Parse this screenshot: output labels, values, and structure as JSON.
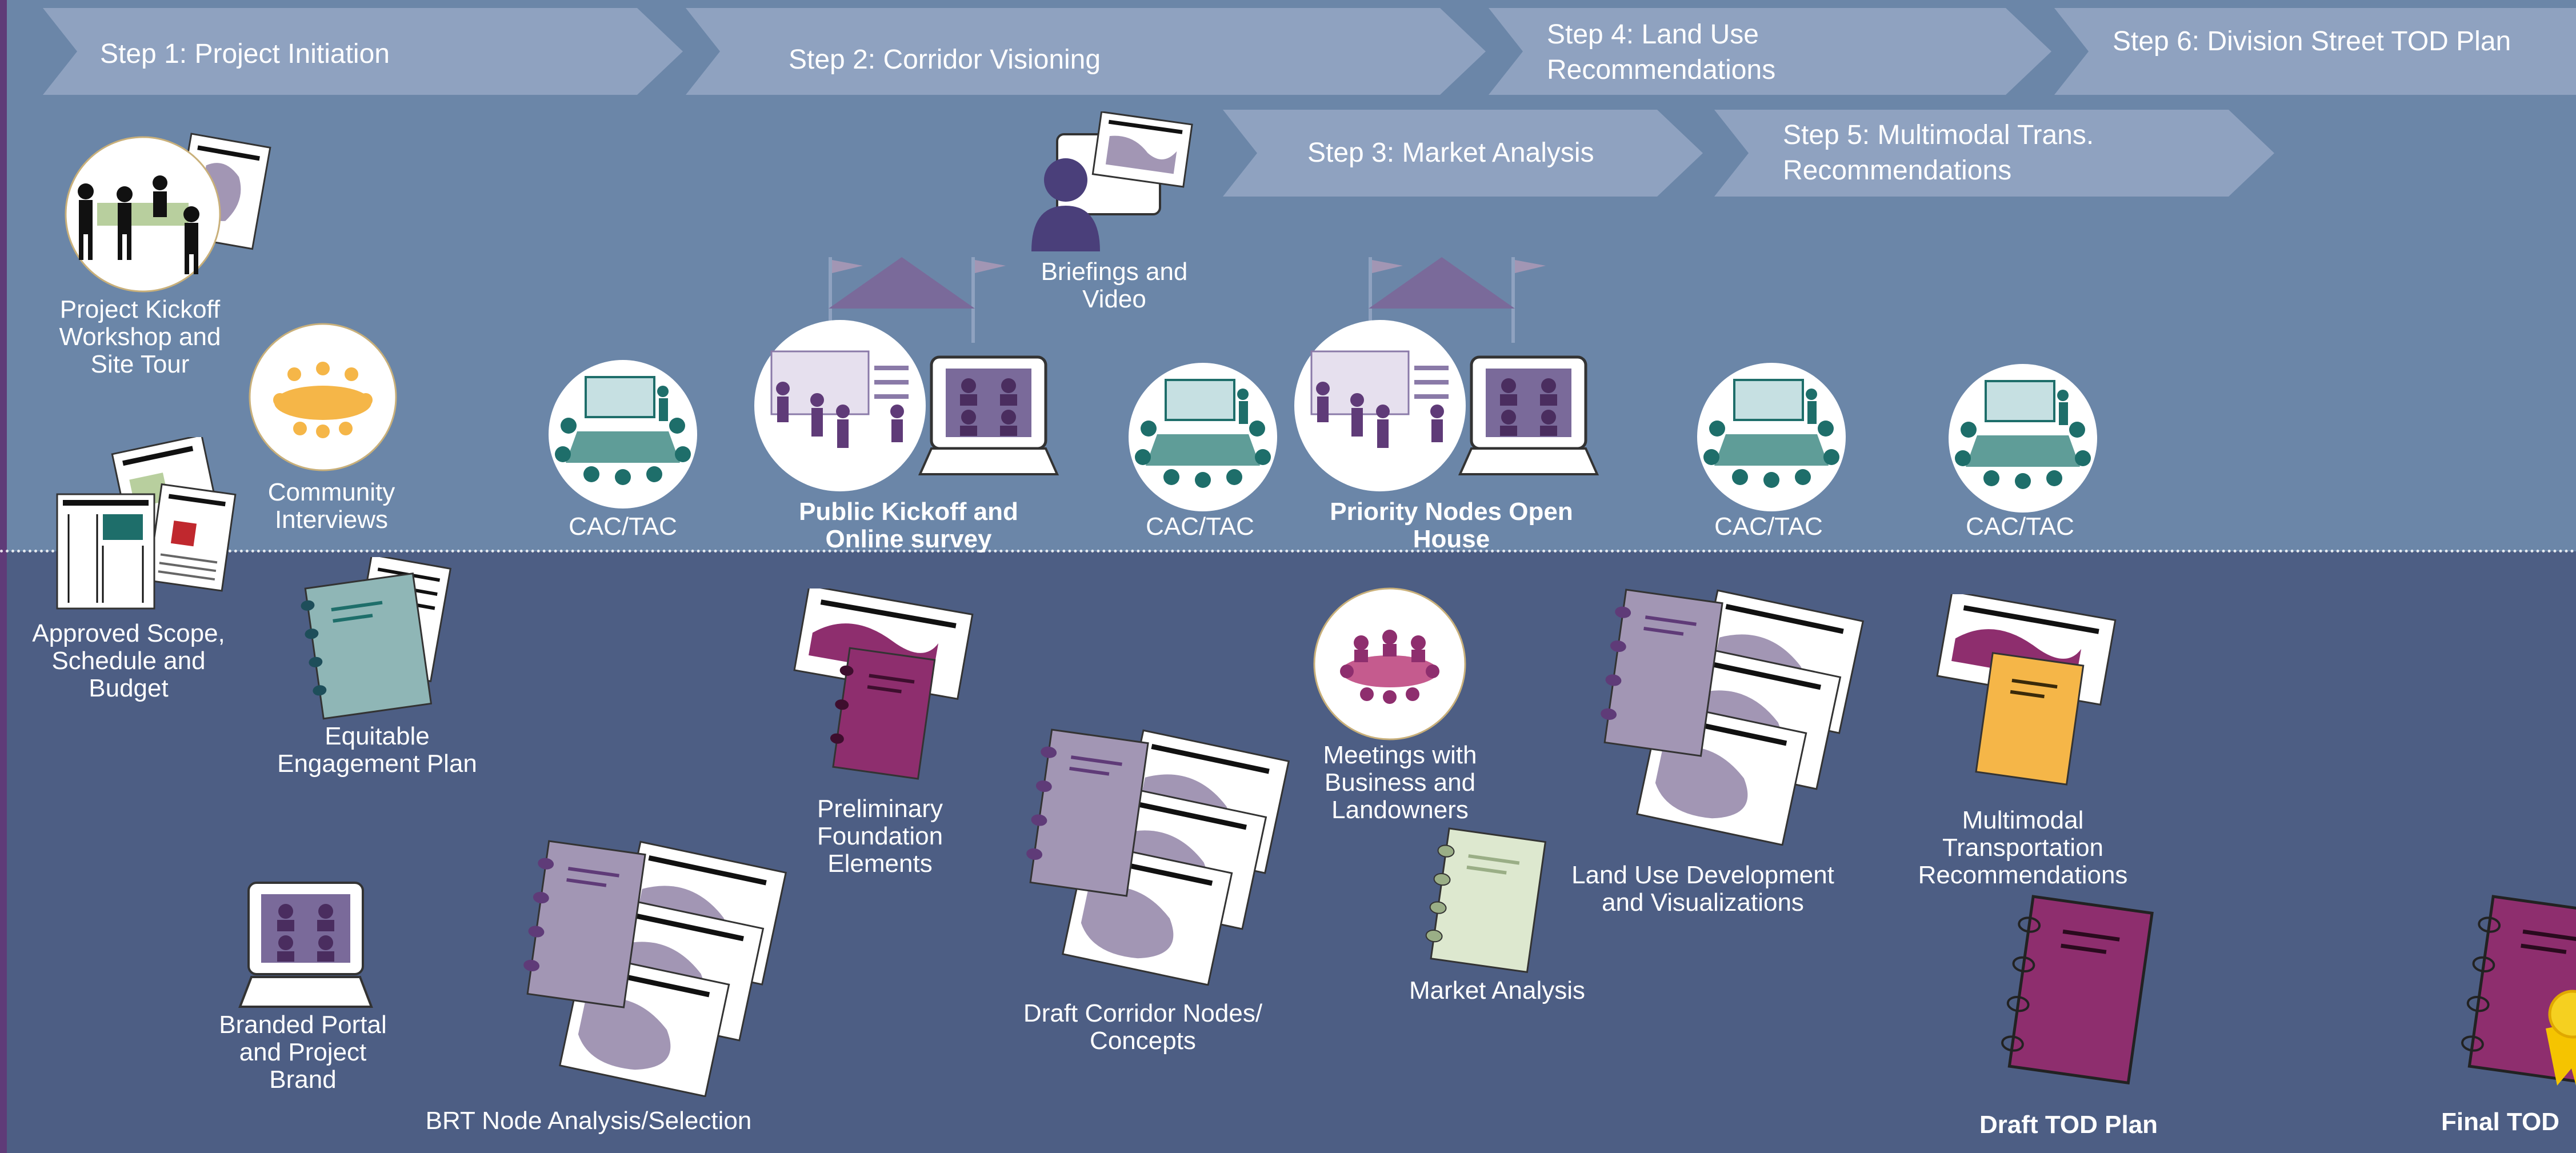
{
  "steps": {
    "s1": "Step 1: Project Initiation",
    "s2": "Step 2: Corridor Visioning",
    "s3": "Step 3: Market Analysis",
    "s4_line1": "Step 4: Land Use",
    "s4_line2": "Recommendations",
    "s5_line1": "Step 5: Multimodal Trans.",
    "s5_line2": "Recommendations",
    "s6": "Step 6: Division Street TOD Plan"
  },
  "engagement": {
    "kickoff": [
      "Project Kickoff",
      "Workshop  and",
      "Site Tour"
    ],
    "interviews": [
      "Community",
      "Interviews"
    ],
    "cac1": "CAC/TAC",
    "public_kickoff": [
      "Public Kickoff and",
      "Online survey"
    ],
    "briefings": [
      "Briefings and",
      "Video"
    ],
    "cac2": "CAC/TAC",
    "priority_nodes": [
      "Priority Nodes Open",
      "House"
    ],
    "cac3": "CAC/TAC",
    "cac4": "CAC/TAC"
  },
  "deliverables": {
    "scope": [
      "Approved Scope,",
      "Schedule and",
      "Budget"
    ],
    "engagement_plan": [
      "Equitable",
      "Engagement Plan"
    ],
    "portal": [
      "Branded Portal",
      "and Project",
      "Brand"
    ],
    "brt": "BRT Node Analysis/Selection",
    "foundation": [
      "Preliminary",
      "Foundation",
      "Elements"
    ],
    "corridor": [
      "Draft Corridor Nodes/",
      "Concepts"
    ],
    "meetings": [
      "Meetings with",
      "Business and",
      "Landowners"
    ],
    "market": "Market Analysis",
    "land_use": [
      "Land Use Development",
      "and Visualizations"
    ],
    "multimodal": [
      "Multimodal",
      "Transportation",
      "Recommendations"
    ],
    "draft_plan": "Draft TOD Plan",
    "final_plan": "Final TOD"
  },
  "colors": {
    "top_band": "#6b86a8",
    "bottom_band": "#4d5e84",
    "arrow": "#8fa2c0",
    "purple": "#8e2e6e",
    "lavender": "#a296b4",
    "teal": "#1e6e6a",
    "gold": "#f5b648"
  }
}
